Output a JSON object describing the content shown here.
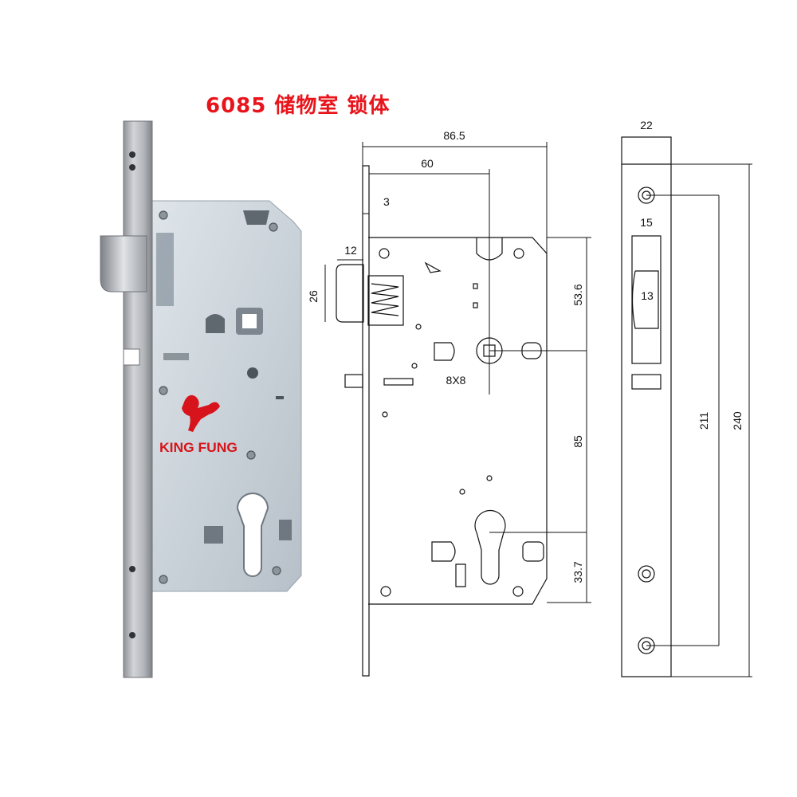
{
  "title": "6085 储物室 锁体",
  "brand": {
    "name": "KING FUNG"
  },
  "colors": {
    "title": "#e8141b",
    "brand": "#d7141b",
    "line": "#111111",
    "case": "#cfd6dd",
    "faceplate": "#b9bcc0"
  },
  "icons": {
    "logo": "horse-logo-icon"
  },
  "side_view": {
    "labels": {
      "overall_width": "86.5",
      "backset": "60",
      "faceplate_thickness": "3",
      "latch_projection": "12",
      "latch_height": "26",
      "spindle": "8X8",
      "upper_center": "53.6",
      "center_distance": "85",
      "lower_offset": "33.7"
    }
  },
  "front_view": {
    "labels": {
      "faceplate_width": "22",
      "latch_slot_width": "15",
      "latch_width": "13",
      "screw_spacing": "211",
      "faceplate_length": "240"
    }
  }
}
